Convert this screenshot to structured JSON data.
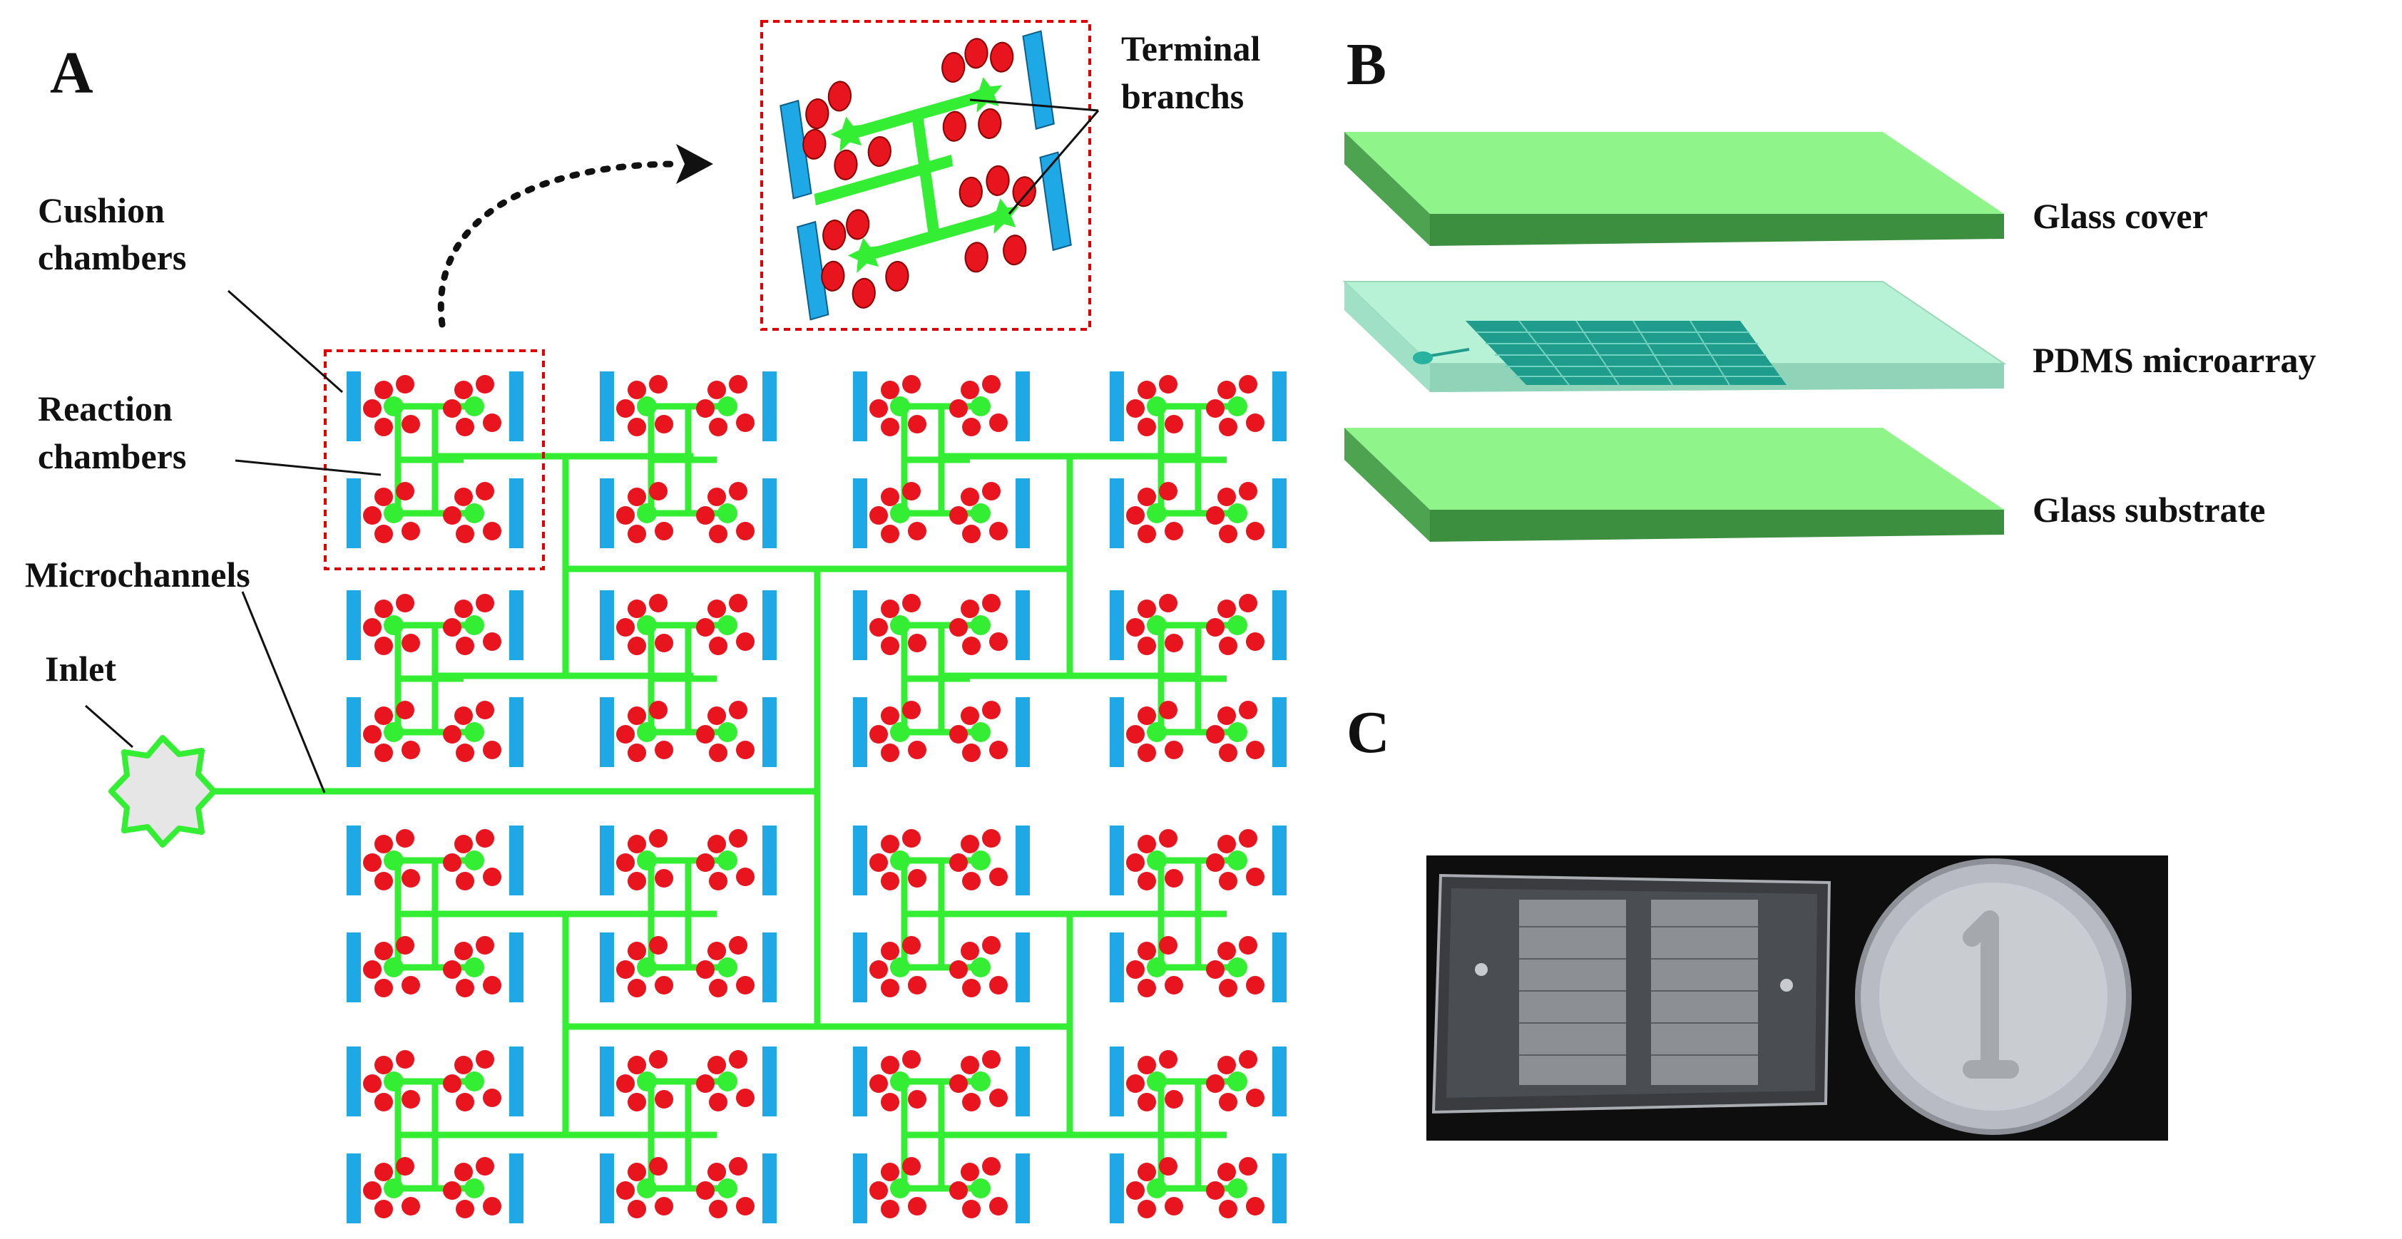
{
  "panel_a": {
    "letter": "A",
    "labels": {
      "cushion_line1": "Cushion",
      "cushion_line2": "chambers",
      "reaction_line1": "Reaction",
      "reaction_line2": "chambers",
      "microchannels": "Microchannels",
      "inlet": "Inlet",
      "terminal_line1": "Terminal",
      "terminal_line2": "branchs"
    },
    "array": {
      "rows": 4,
      "columns": 4
    }
  },
  "panel_b": {
    "letter": "B",
    "layers": {
      "top": "Glass cover",
      "middle": "PDMS microarray",
      "bottom": "Glass substrate"
    }
  },
  "panel_c": {
    "letter": "C",
    "photo_description_hidden": ""
  },
  "colors": {
    "channel_green": "#33ee33",
    "chamber_red": "#e8141e",
    "cushion_blue": "#1ea8e6",
    "glass_green_top": "#8ff58a",
    "glass_green_side": "#3d8f40",
    "pdms_teal": "#aef0d2",
    "callout_red": "#e00000"
  }
}
